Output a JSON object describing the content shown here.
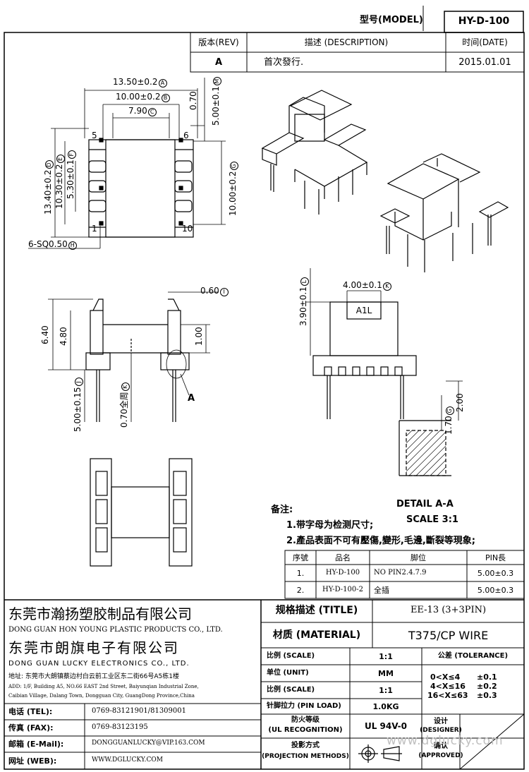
{
  "header": {
    "model_label": "型号(MODEL)",
    "model_value": "HY-D-100"
  },
  "revision": {
    "rev_label": "版本(REV)",
    "desc_label": "描述 (DESCRIPTION)",
    "date_label": "时间(DATE)",
    "rev_value": "A",
    "desc_value": "首次發行.",
    "date_value": "2015.01.01"
  },
  "dimensions": {
    "top_width_outer": "13.50±0.2",
    "top_width_mid": "10.00±0.2",
    "top_width_inner": "7.90",
    "top_h_070": "0.70",
    "top_h_500": "5.00±0.1",
    "left_h_1340": "13.40±0.2",
    "left_h_1030": "10.30±0.2",
    "left_h_530": "5.30±0.1",
    "right_h_1000": "10.00±0.2",
    "pin_sq": "6-SQ0.50",
    "pin1": "1",
    "pin5": "5",
    "pin6": "6",
    "pin10": "10",
    "side_060": "0.60",
    "side_640": "6.40",
    "side_480": "4.80",
    "side_100": "1.00",
    "side_500": "5.00±0.15",
    "side_070": "0.70全周",
    "detail_ref": "A",
    "front_390": "3.90±0.1",
    "front_400": "4.00±0.1",
    "front_mark": "A1L",
    "detail_200": "2.00",
    "detail_170": "1.70",
    "detail_title": "DETAIL A-A",
    "detail_scale": "SCALE 3:1",
    "circ_a": "A",
    "circ_b": "B",
    "circ_c": "C",
    "circ_d": "D",
    "circ_e": "E",
    "circ_f": "F",
    "circ_g": "G",
    "circ_h": "H",
    "circ_i": "I",
    "circ_j": "J",
    "circ_k": "K",
    "circ_l": "L",
    "circ_m": "M"
  },
  "notes": {
    "title": "备注:",
    "items": [
      "1.带字母为检测尺寸;",
      "2.產品表面不可有壓傷,變形,毛邊,斷裂等現象;"
    ]
  },
  "parts_table": {
    "headers": [
      "序號",
      "品名",
      "脚位",
      "PIN長"
    ],
    "rows": [
      [
        "1.",
        "HY-D-100",
        "NO PIN2.4.7.9",
        "5.00±0.3"
      ],
      [
        "2.",
        "HY-D-100-2",
        "全插",
        "5.00±0.3"
      ]
    ]
  },
  "company": {
    "name1_cn": "东莞市瀚扬塑胶制品有限公司",
    "name1_en": "DONG GUAN HON YOUNG PLASTIC PRODUCTS CO., LTD.",
    "name2_cn": "东莞市朗旗电子有限公司",
    "name2_en": "DONG GUAN LUCKY ELECTRONICS CO., LTD.",
    "address_cn": "地址: 东莞市大朗镇蔡边村白云前工业区东二街66号A5栋1楼",
    "address_en1": "ADD: 1/F, Building A5, NO.66 EAST 2nd Street, Baiyunqian Industrial Zone,",
    "address_en2": "Caibian Village, Dalang Town, Dongguan City, GuangDong Province,China"
  },
  "contact": {
    "tel_label": "电话 (TEL):",
    "tel_value": "0769-83121901/81309001",
    "fax_label": "传真 (FAX):",
    "fax_value": "0769-83123195",
    "email_label": "邮箱 (E-Mail):",
    "email_value": "DONGGUANLUCKY@VIP.163.COM",
    "web_label": "网址 (WEB):",
    "web_value": "WWW.DGLUCKY.COM"
  },
  "spec": {
    "title_label": "规格描述 (TITLE)",
    "title_value": "EE-13 (3+3PIN)",
    "material_label": "材质 (MATERIAL)",
    "material_value": "T375/CP WIRE",
    "scale_label": "比例 (SCALE)",
    "scale_value": "1:1",
    "tolerance_label": "公差 (TOLERANCE)",
    "unit_label": "单位 (UNIT)",
    "unit_value": "MM",
    "scale2_label": "比例 (SCALE)",
    "scale2_value": "1:1",
    "pinload_label": "针脚拉力 (PIN LOAD)",
    "pinload_value": "1.0KG",
    "ul_label1": "防火等级",
    "ul_label2": "(UL RECOGNITION)",
    "ul_value": "UL 94V-0",
    "proj_label1": "投影方式",
    "proj_label2": "(PROJECTION METHODS)",
    "tol1_range": "0<X≤4",
    "tol1_value": "±0.1",
    "tol2_range": "4<X≤16",
    "tol2_value": "±0.2",
    "tol3_range": "16<X≤63",
    "tol3_value": "±0.3",
    "designer_label1": "设计",
    "designer_label2": "(DESIGNER)",
    "approved_label1": "确认",
    "approved_label2": "(APPROVED)"
  },
  "watermark": "www.dglucky.com"
}
